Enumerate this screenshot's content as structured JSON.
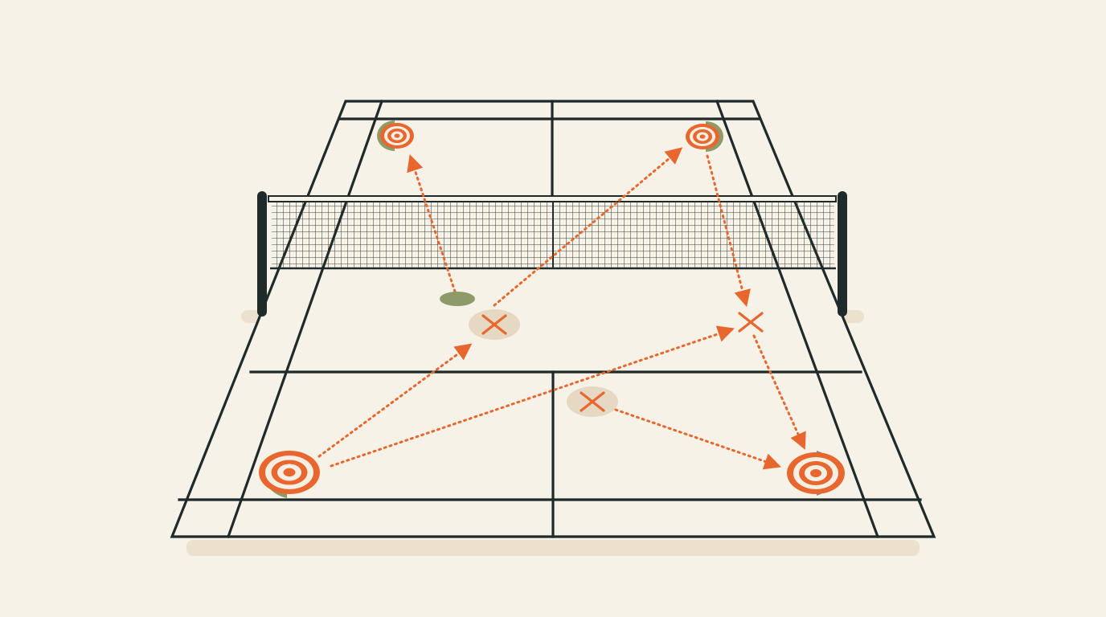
{
  "colors": {
    "background": "#f6f2e8",
    "court_surface": "#f7f2e7",
    "line": "#1f2a2a",
    "shadow": "#ece1cc",
    "accent_orange": "#e8672e",
    "ring_white": "#f7efe4",
    "player_olive": "#8e9b68",
    "player_slate": "#6f8aa0",
    "marker_shadow": "#e6d8c3"
  },
  "icons": {
    "target": "concentric-target-icon",
    "landing": "x-mark-icon",
    "position": "position-dot-icon",
    "net": "net-mesh-icon"
  },
  "players": [
    {
      "id": "far-left",
      "side_color": "olive"
    },
    {
      "id": "far-right",
      "side_color": "olive"
    },
    {
      "id": "near-left",
      "side_color": "olive"
    },
    {
      "id": "near-right",
      "side_color": "slate"
    }
  ],
  "landing_marks": [
    {
      "id": "mid-left"
    },
    {
      "id": "mid-right"
    },
    {
      "id": "near-center"
    }
  ],
  "shot_paths": [
    {
      "from": "position-far-left",
      "to": "far-left",
      "arrow": true
    },
    {
      "from": "landing-mid-left",
      "to": "far-right",
      "arrow": true
    },
    {
      "from": "far-right",
      "to": "landing-mid-right",
      "arrow": true
    },
    {
      "from": "near-left",
      "to": "landing-mid-left",
      "arrow": true
    },
    {
      "from": "near-left",
      "to": "landing-mid-right",
      "arrow": true
    },
    {
      "from": "landing-mid-right",
      "to": "near-right",
      "arrow": true
    },
    {
      "from": "landing-near-center",
      "to": "near-right",
      "arrow": true
    }
  ]
}
